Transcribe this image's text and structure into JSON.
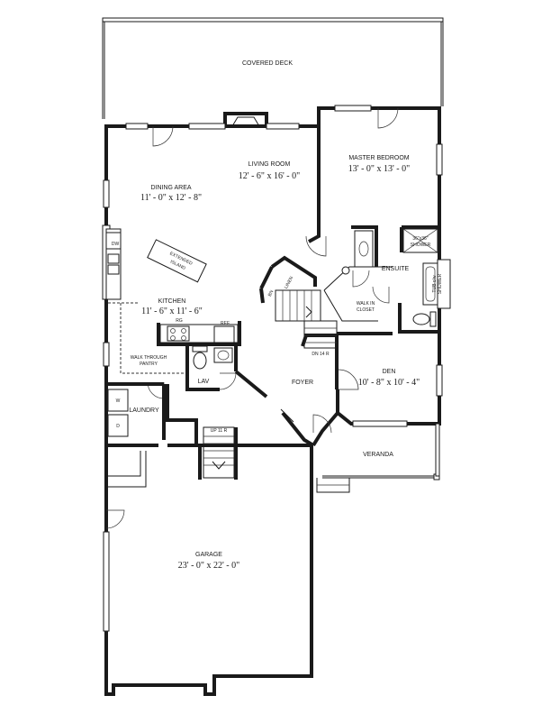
{
  "rooms": {
    "covered_deck": {
      "name": "COVERED DECK"
    },
    "master_bedroom": {
      "name": "MASTER BEDROOM",
      "dims": "13' - 0\" x 13' - 0\""
    },
    "living_room": {
      "name": "LIVING ROOM",
      "dims": "12' - 6\" x 16' - 0\""
    },
    "dining_area": {
      "name": "DINING AREA",
      "dims": "11' - 0\" x 12' - 8\""
    },
    "kitchen": {
      "name": "KITCHEN",
      "dims": "11' - 6\" x 11' - 6\""
    },
    "ensuite": {
      "name": "ENSUITE"
    },
    "walk_in_closet": {
      "line1": "WALK IN",
      "line2": "CLOSET"
    },
    "den": {
      "name": "DEN",
      "dims": "10' - 8\" x 10' - 4\""
    },
    "foyer": {
      "name": "FOYER"
    },
    "lav": {
      "name": "LAV"
    },
    "laundry": {
      "name": "LAUNDRY"
    },
    "walk_through_pantry": {
      "line1": "WALK THROUGH",
      "line2": "PANTRY"
    },
    "veranda": {
      "name": "VERANDA"
    },
    "garage": {
      "name": "GARAGE",
      "dims": "23' - 0\" x 22' - 0\""
    }
  },
  "labels": {
    "island_line1": "EXTENDED",
    "island_line2": "ISLAND",
    "dw": "DW",
    "rg": "RG",
    "ref": "REF",
    "linen": "LINEN",
    "bn": "BN",
    "dn_stairs": "DN 14 R",
    "up_stairs": "UP 11 R",
    "shower_line1": "36\"x36\"",
    "shower_line2": "SHOWER",
    "tub_line1": "TUB c/w",
    "tub_line2": "SHOWER",
    "w": "W",
    "d": "D"
  }
}
